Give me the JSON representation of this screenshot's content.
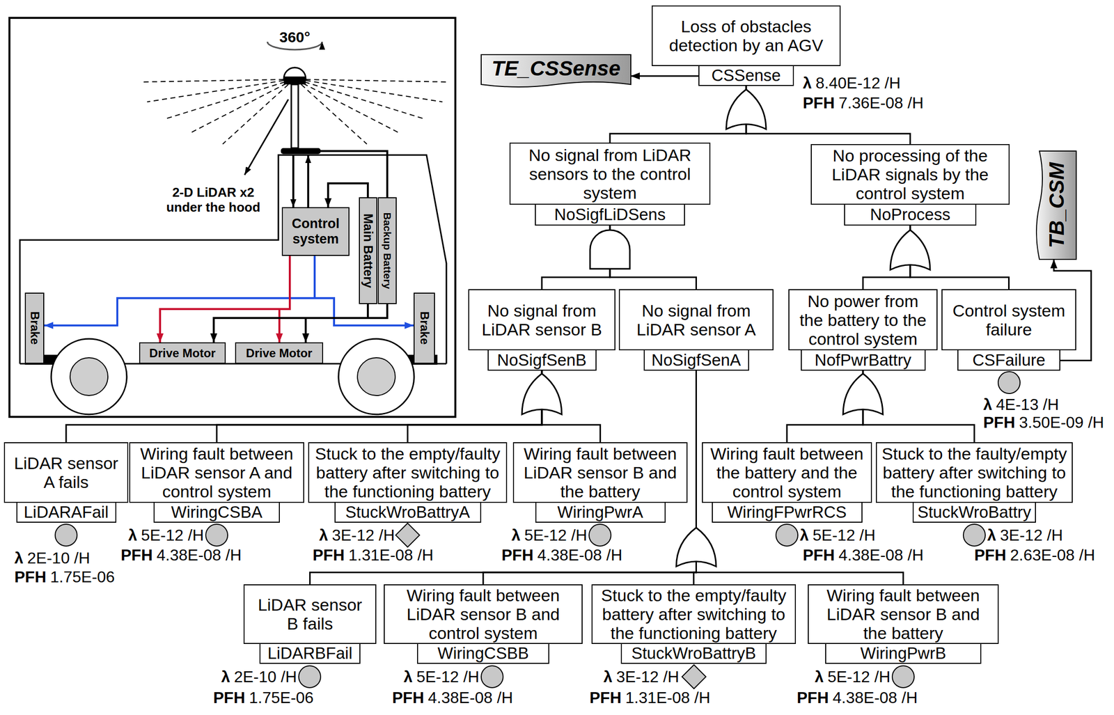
{
  "diagram": {
    "nodes": [
      {
        "text": [
          "Control system"
        ]
      },
      {
        "text": [
          "Main Battery"
        ]
      },
      {
        "text": [
          "Backup Battery"
        ]
      },
      {
        "text": [
          "Brake"
        ]
      },
      {
        "text": [
          "Drive Motor"
        ]
      },
      {
        "text": [
          "Drive Motor"
        ]
      },
      {
        "text": [
          "Brake"
        ]
      },
      {
        "text": [
          "TE_CSSense"
        ]
      },
      {
        "text": [
          "Loss of obstacles detection by an AGV",
          "CSSense"
        ]
      },
      {
        "text": [
          "TB_CSM"
        ]
      },
      {
        "text": [
          "No signal from LiDAR sensors to the control system",
          "NoSigfLiDSens"
        ]
      },
      {
        "text": [
          "No processing of the LiDAR signals by the control system",
          "NoProcess"
        ]
      },
      {
        "text": [
          "No signal from LiDAR sensor B",
          "NoSigfSenB"
        ]
      },
      {
        "text": [
          "No signal from LiDAR sensor A",
          "NoSigfSenA"
        ]
      },
      {
        "text": [
          "No power from the battery to the control system",
          "NofPwrBattry"
        ]
      },
      {
        "text": [
          "Control system failure",
          "CSFailure"
        ]
      },
      {
        "text": [
          "LiDAR sensor A fails",
          "LiDARAFail"
        ]
      },
      {
        "text": [
          "Wiring fault between LiDAR sensor A and control system",
          "WiringCSBA"
        ]
      },
      {
        "text": [
          "Stuck to the empty/faulty battery after switching to the functioning battery",
          "StuckWroBattryA"
        ]
      },
      {
        "text": [
          "Wiring fault between LiDAR sensor B and the battery",
          "WiringPwrA"
        ]
      },
      {
        "text": [
          "Wiring fault between the battery and the control system",
          "WiringFPwrRCS"
        ]
      },
      {
        "text": [
          "Stuck to the faulty/empty battery after switching to the functioning battery",
          "StuckWroBattry"
        ]
      },
      {
        "text": [
          "LiDAR sensor B fails",
          "LiDARBFail"
        ]
      },
      {
        "text": [
          "Wiring fault between LiDAR sensor B and control system",
          "WiringCSBB"
        ]
      },
      {
        "text": [
          "Stuck to the empty/faulty battery after switching to the functioning battery",
          "StuckWroBattryB"
        ]
      },
      {
        "text": [
          "Wiring fault between LiDAR sensor B and the battery",
          "WiringPwrB"
        ]
      }
    ],
    "edges": [
      {
        "from": 8,
        "to": 10,
        "arrow": "none"
      },
      {
        "from": 8,
        "to": 11,
        "arrow": "none"
      },
      {
        "from": 10,
        "to": 12,
        "arrow": "none"
      },
      {
        "from": 10,
        "to": 13,
        "arrow": "none"
      },
      {
        "from": 11,
        "to": 14,
        "arrow": "none"
      },
      {
        "from": 11,
        "to": 15,
        "arrow": "none"
      },
      {
        "from": 12,
        "to": 16,
        "arrow": "none"
      },
      {
        "from": 12,
        "to": 17,
        "arrow": "none"
      },
      {
        "from": 12,
        "to": 18,
        "arrow": "none"
      },
      {
        "from": 12,
        "to": 19,
        "arrow": "none"
      },
      {
        "from": 14,
        "to": 20,
        "arrow": "none"
      },
      {
        "from": 14,
        "to": 21,
        "arrow": "none"
      },
      {
        "from": 13,
        "to": 22,
        "arrow": "none"
      },
      {
        "from": 13,
        "to": 23,
        "arrow": "none"
      },
      {
        "from": 13,
        "to": 24,
        "arrow": "none"
      },
      {
        "from": 13,
        "to": 25,
        "arrow": "none"
      },
      {
        "from": 8,
        "to": 7,
        "arrow": "to"
      },
      {
        "from": 15,
        "to": 9,
        "arrow": "to"
      },
      {
        "from": 0,
        "to": 3,
        "arrow": "to"
      },
      {
        "from": 0,
        "to": 6,
        "arrow": "to"
      },
      {
        "from": 0,
        "to": 4,
        "arrow": "to"
      },
      {
        "from": 0,
        "to": 5,
        "arrow": "to"
      },
      {
        "from": 1,
        "to": 0,
        "arrow": "to"
      },
      {
        "from": 1,
        "to": 4,
        "arrow": "to"
      },
      {
        "from": 1,
        "to": 5,
        "arrow": "to"
      }
    ],
    "labels": [
      "360°",
      "2-D LiDAR x2 under the hood",
      "λ",
      "8.40E-12 /H",
      "PFH",
      "7.36E-08 /H",
      "λ",
      "4E-13 /H",
      "PFH",
      "3.50E-09 /H",
      "λ",
      "2E-10 /H",
      "PFH",
      "1.75E-06",
      "λ",
      "5E-12 /H",
      "PFH",
      "4.38E-08 /H",
      "λ",
      "3E-12 /H",
      "PFH",
      "1.31E-08 /H",
      "λ",
      "5E-12 /H",
      "PFH",
      "4.38E-08 /H",
      "λ",
      "5E-12 /H",
      "PFH",
      "4.38E-08 /H",
      "λ",
      "3E-12 /H",
      "PFH",
      "2.63E-08 /H",
      "λ",
      "2E-10 /H",
      "PFH",
      "1.75E-06",
      "λ",
      "5E-12 /H",
      "PFH",
      "4.38E-08 /H",
      "λ",
      "3E-12 /H",
      "PFH",
      "1.31E-08 /H",
      "λ",
      "5E-12 /H",
      "PFH",
      "4.38E-08 /H"
    ]
  }
}
